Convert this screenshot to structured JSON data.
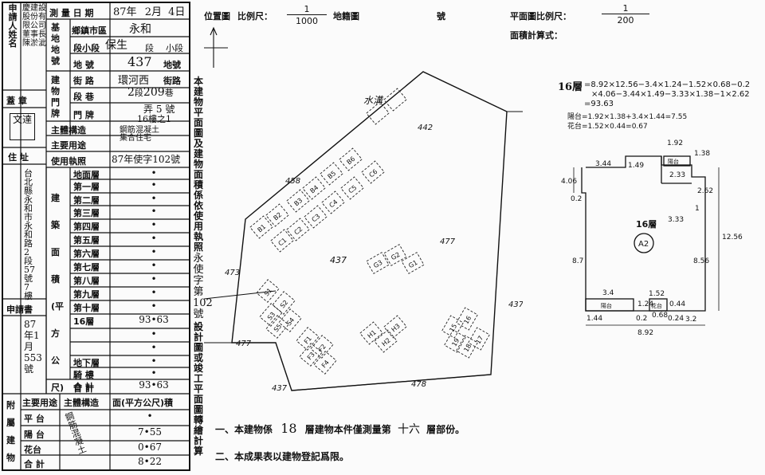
{
  "left_form": {
    "applicant_label": "申請人姓名",
    "applicant_name_lines": [
      "慶建設",
      "股份有限公司",
      "董事長",
      "陳淤泚"
    ],
    "survey_date_label": "測 量 日 期",
    "survey_date": {
      "year": "87",
      "year_unit": "年",
      "month": "2",
      "month_unit": "月",
      "day": "4",
      "day_unit": "日"
    },
    "base_label": "基地地號",
    "town_label": "鄉鎮市區",
    "town_value": "永和",
    "section_label": "段小段",
    "section_value": "保生",
    "section_suffix": "段",
    "subsection_suffix": "小段",
    "parcel_label": "地 號",
    "parcel_value": "437",
    "parcel_suffix": "地號",
    "building_number_label": "建物門牌",
    "street_label": "街 路",
    "street_value": "環河西",
    "street_suffix": "街路",
    "lane_label": "段 巷",
    "lane_section_value": "2",
    "lane_section_suffix": "段",
    "lane_value": "209",
    "lane_suffix": "巷",
    "alley_value": "弄",
    "number_value": "5",
    "number_suffix": "號",
    "door_label": "門 牌",
    "door_value": "16樓之1",
    "seal_label": "蓋 章",
    "seal_text": "文達",
    "address_label": "住 址",
    "address_value": "台北縣永和市永和路2段57號7樓",
    "structure_label": "主體構造",
    "structure_value": "鋼筋混凝土",
    "use_label": "主要用途",
    "use_value": "集合住宅",
    "license_label": "使用執照",
    "license_value": "87年使字102號",
    "building_area_label": "建築面積(平方公尺)",
    "floors": [
      {
        "label": "地面層",
        "value": "•"
      },
      {
        "label": "第一層",
        "value": "•"
      },
      {
        "label": "第二層",
        "value": "•"
      },
      {
        "label": "第三層",
        "value": "•"
      },
      {
        "label": "第四層",
        "value": "•"
      },
      {
        "label": "第五層",
        "value": "•"
      },
      {
        "label": "第六層",
        "value": "•"
      },
      {
        "label": "第七層",
        "value": "•"
      },
      {
        "label": "第八層",
        "value": "•"
      },
      {
        "label": "第九層",
        "value": "•"
      },
      {
        "label": "第十層",
        "value": "•"
      },
      {
        "label": "16層",
        "value": "93•63"
      },
      {
        "label": "",
        "value": "•"
      },
      {
        "label": "",
        "value": "•"
      },
      {
        "label": "地下層",
        "value": "•"
      },
      {
        "label": "騎 樓",
        "value": "•"
      },
      {
        "label": "合 計",
        "value": "93•63"
      }
    ],
    "application_label": "申請書",
    "application_value": "87年1月553號",
    "attached_label": "附屬建物",
    "attached_head": [
      "主要用途",
      "主體構造",
      "面(平方公尺)積"
    ],
    "attached_rows": [
      {
        "use": "平 台",
        "value": "•"
      },
      {
        "use": "陽 台",
        "value": "7•55"
      },
      {
        "use": "花台",
        "value": "0•67"
      },
      {
        "use": "合 計",
        "value": "8•22"
      }
    ],
    "attached_structure": "鋼筋混凝土"
  },
  "middle_col": {
    "text_top": "本建物平面圖及建物面積係依使用執照",
    "license_no": "永使字第102號",
    "text_bottom": "設計圖或竣工平面圖轉繪計算"
  },
  "site_plan": {
    "title": "位置圖",
    "scale_label": "比例尺：",
    "scale_num": "1",
    "scale_den": "1000",
    "cadastral_label": "地籍圖",
    "number_label": "號",
    "parcel_labels": [
      "442",
      "458",
      "473",
      "477",
      "478",
      "477",
      "437",
      "437"
    ],
    "main_lot": "437",
    "blocks_a": [
      "B1",
      "B2",
      "B3",
      "B4",
      "B5",
      "B6"
    ],
    "blocks_b": [
      "C1",
      "C2",
      "C3",
      "C4",
      "C5",
      "C6"
    ],
    "blocks_c": [
      "G3",
      "G2",
      "G1"
    ],
    "blocks_d": [
      "S1",
      "S2",
      "S3",
      "S4",
      "S5"
    ],
    "blocks_e": [
      "F1",
      "F2",
      "F3",
      "F4"
    ],
    "blocks_f": [
      "H1",
      "H2",
      "H3"
    ],
    "blocks_g": [
      "15",
      "16",
      "17",
      "18",
      "19"
    ],
    "water_label": "水溝",
    "compass": "N"
  },
  "floor_plan": {
    "scale_label": "平面圖比例尺：",
    "scale_num": "1",
    "scale_den": "200",
    "calc_label": "面積計算式：",
    "floor_title": "16層",
    "formula_line1": "=8.92×12.56−3.4×1.24−1.52×0.68−0.2",
    "formula_line2": "×4.06−3.44×1.49−3.33×1.38−1×2.62",
    "formula_line3": "=93.63",
    "balcony_line": "陽台=1.92×1.38+3.4×1.44=7.55",
    "flower_line": "花台=1.52×0.44=0.67",
    "center_label": "16層",
    "unit_tag": "A2",
    "dims": [
      "1.92",
      "1.38",
      "3.44",
      "1.49",
      "2.33",
      "2.62",
      "4.06",
      "0.2",
      "3.33",
      "1",
      "12.56",
      "8.7",
      "8.56",
      "3.4",
      "1.52",
      "0.44",
      "1.24",
      "0.68",
      "1.44",
      "0.2",
      "0.24",
      "3.2",
      "8.92"
    ],
    "balcony_tag": "陽台",
    "flower_tag": "花台"
  },
  "notes": {
    "note1_prefix": "一、本建物係",
    "note1_floors": "18",
    "note1_mid": "層建物本件僅測量第",
    "note1_floor": "十六",
    "note1_suffix": "層部份。",
    "note2": "二、本成果表以建物登記爲限。"
  }
}
